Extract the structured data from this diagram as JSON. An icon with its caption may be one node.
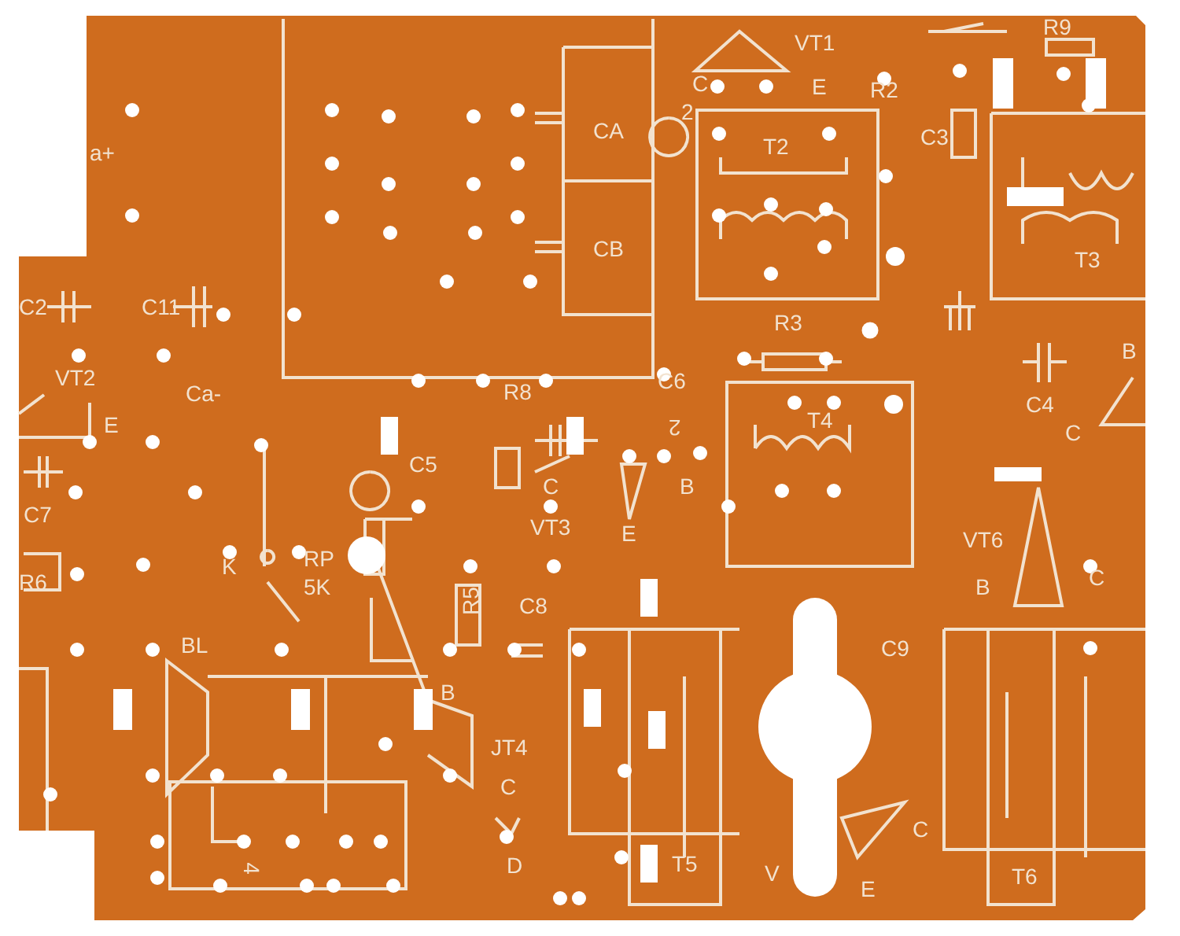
{
  "diagram": {
    "labels": [
      "C",
      "2",
      "VT1",
      "E",
      "R2",
      "C3",
      "R9",
      "a+",
      "CA",
      "T2",
      "CB",
      "T3",
      "C11",
      "C2",
      "R3",
      "C6",
      "R8",
      "B",
      "VT2",
      "Ca-",
      "C4",
      "E",
      "2",
      "C",
      "T4",
      "C5",
      "C",
      "B",
      "C7",
      "VT3",
      "E",
      "VT6",
      "K",
      "RP",
      "5K",
      "R6",
      "B",
      "C",
      "R5",
      "C8",
      "C9",
      "BL",
      "B",
      "JT4",
      "C",
      "C",
      "D",
      "4",
      "T5",
      "T6",
      "V",
      "E"
    ]
  }
}
